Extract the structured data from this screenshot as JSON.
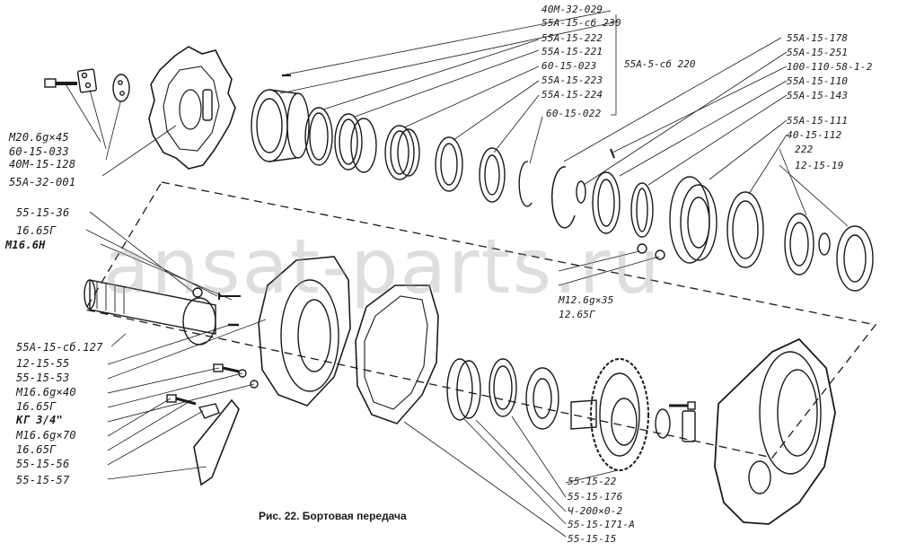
{
  "caption": "Рис. 22. Бортовая передача",
  "watermark": "ansat-parts.ru",
  "group_tag": "55А-5-сб 220",
  "labels_top": [
    "40М-32-029",
    "55А-15-сб 230",
    "55А-15-222",
    "55А-15-221",
    "60-15-023",
    "55А-15-223",
    "55А-15-224",
    "60-15-022"
  ],
  "labels_right": [
    "55А-15-178",
    "55А-15-251",
    "100-110-58-1-2",
    "55А-15-110",
    "55А-15-143",
    "55А-15-111",
    "40-15-112",
    "222",
    "12-15-19"
  ],
  "labels_left_top": [
    "М20.6g×45",
    "60-15-033",
    "40М-15-128",
    "55А-32-001"
  ],
  "labels_left_mid": [
    "55-15-36",
    "16.65Г",
    "М16.6Н"
  ],
  "labels_left_bottom": [
    "55А-15-сб.127",
    "12-15-55",
    "55-15-53",
    "М16.6g×40",
    "16.65Г",
    "КГ 3/4\"",
    "М16.6g×70",
    "16.65Г",
    "55-15-56",
    "55-15-57"
  ],
  "labels_center": [
    "М12.6g×35",
    "12.65Г"
  ],
  "labels_bottom": [
    "55-15-22",
    "55-15-176",
    "Ч-200×0-2",
    "55-15-171-А",
    "55-15-15"
  ]
}
